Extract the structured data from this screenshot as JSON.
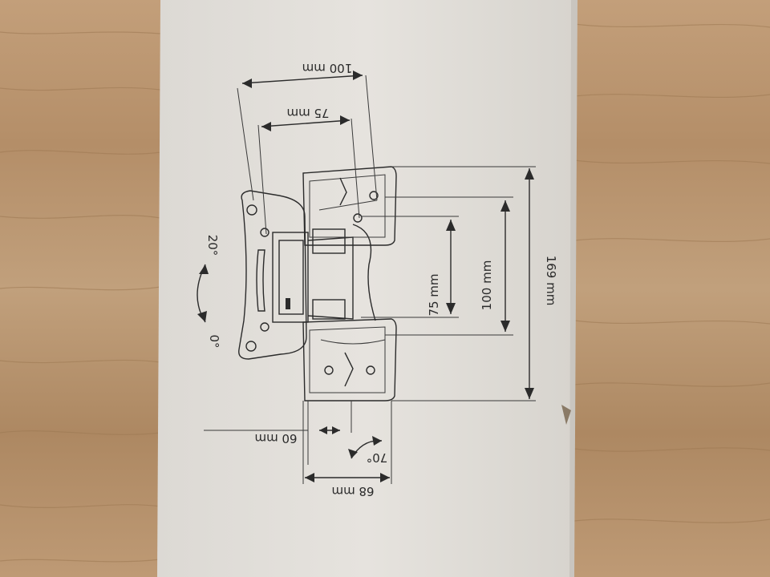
{
  "labels": {
    "width_100": "100 mm",
    "width_75": "75 mm",
    "height_169": "169 mm",
    "height_100": "100 mm",
    "height_75": "75 mm",
    "depth_60": "60 mm",
    "depth_68": "68 mm",
    "tilt_20": "20°",
    "tilt_0": "0°",
    "swivel_70": "70°"
  },
  "colors": {
    "wood": "#b89470",
    "box": "#e4e1dc",
    "ink": "#2b2b2b"
  }
}
